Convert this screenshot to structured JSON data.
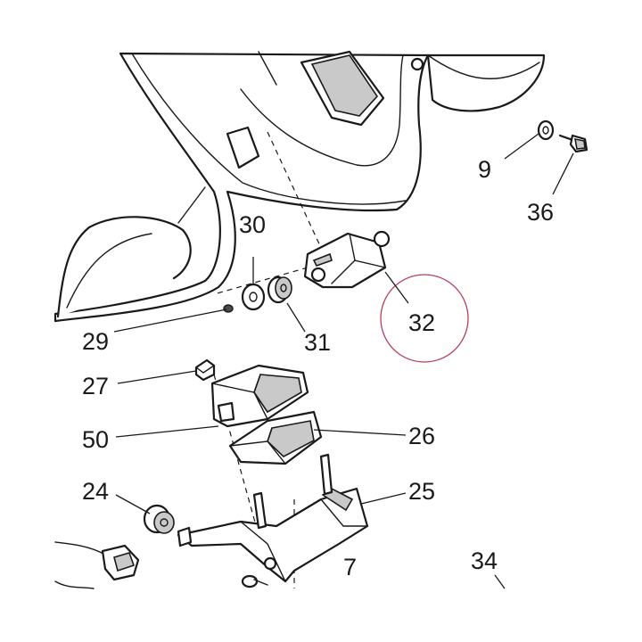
{
  "diagram": {
    "part_numbers": {
      "p9": "9",
      "p36": "36",
      "p30": "30",
      "p32": "32",
      "p29": "29",
      "p31": "31",
      "p27": "27",
      "p50": "50",
      "p26": "26",
      "p24": "24",
      "p25": "25",
      "p7": "7",
      "p34": "34"
    },
    "highlight_color": "#b5405a"
  }
}
